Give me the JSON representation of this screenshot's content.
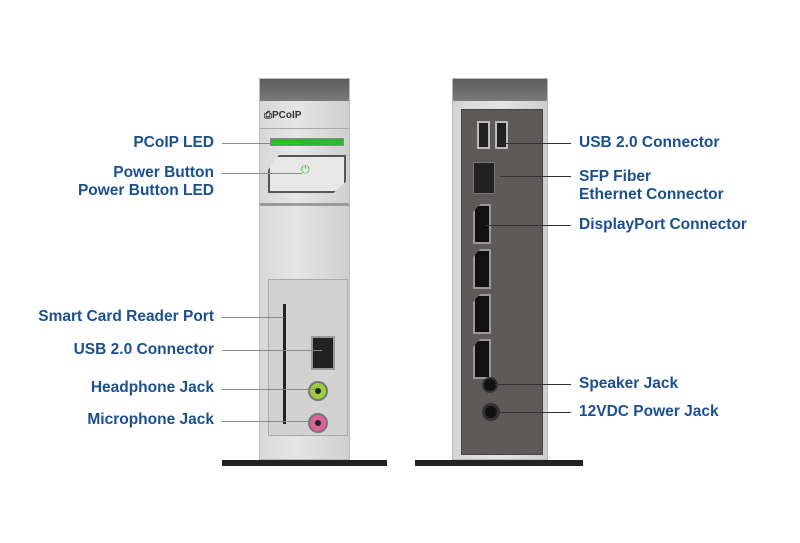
{
  "front": {
    "brand": "PCoIP",
    "labels": {
      "pcoip_led": "PCoIP LED",
      "power_button": "Power Button",
      "power_button_led": "Power Button LED",
      "smart_card": "Smart Card Reader Port",
      "usb": "USB 2.0 Connector",
      "headphone": "Headphone Jack",
      "microphone": "Microphone Jack"
    }
  },
  "rear": {
    "labels": {
      "usb": "USB 2.0 Connector",
      "sfp_line1": "SFP Fiber",
      "sfp_line2": "Ethernet Connector",
      "displayport": "DisplayPort Connector",
      "speaker": "Speaker Jack",
      "power": "12VDC Power Jack"
    }
  },
  "colors": {
    "label": "#1b4f8e",
    "led_green": "#2db82d",
    "headphone": "#9ccc3a",
    "microphone": "#e0609a"
  }
}
